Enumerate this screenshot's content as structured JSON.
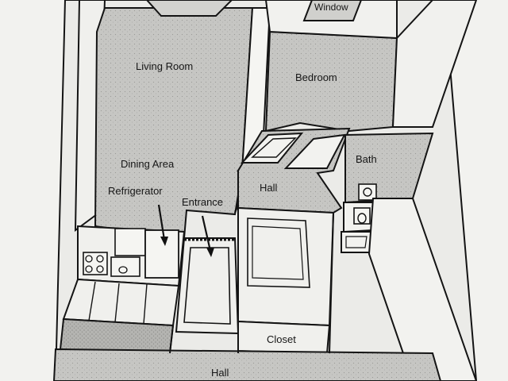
{
  "labels": {
    "window": "Window",
    "living_room": "Living Room",
    "bedroom": "Bedroom",
    "dining_area": "Dining Area",
    "refrigerator": "Refrigerator",
    "entrance": "Entrance",
    "hall_upper": "Hall",
    "bath": "Bath",
    "closet": "Closet",
    "hall_lower": "Hall"
  },
  "colors": {
    "paper": "#f2f2ef",
    "floor_fill": "#c9c9c6",
    "wall_fill": "#e9e9e6",
    "line": "#141414"
  }
}
